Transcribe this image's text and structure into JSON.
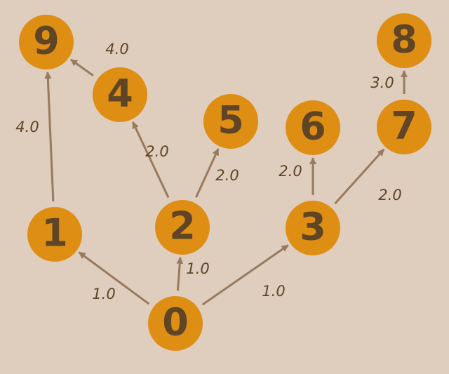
{
  "colors": {
    "background": "#dfcdbd",
    "node_fill": "#df8e14",
    "node_text": "#5f4525",
    "edge": "#977a60",
    "edge_label": "#5f4525"
  },
  "nodes": [
    {
      "id": "0",
      "label": "0"
    },
    {
      "id": "1",
      "label": "1"
    },
    {
      "id": "2",
      "label": "2"
    },
    {
      "id": "3",
      "label": "3"
    },
    {
      "id": "4",
      "label": "4"
    },
    {
      "id": "5",
      "label": "5"
    },
    {
      "id": "6",
      "label": "6"
    },
    {
      "id": "7",
      "label": "7"
    },
    {
      "id": "8",
      "label": "8"
    },
    {
      "id": "9",
      "label": "9"
    }
  ],
  "edges": [
    {
      "from": "0",
      "to": "1",
      "weight": "1.0"
    },
    {
      "from": "0",
      "to": "2",
      "weight": "1.0"
    },
    {
      "from": "0",
      "to": "3",
      "weight": "1.0"
    },
    {
      "from": "1",
      "to": "9",
      "weight": "4.0"
    },
    {
      "from": "2",
      "to": "4",
      "weight": "2.0"
    },
    {
      "from": "2",
      "to": "5",
      "weight": "2.0"
    },
    {
      "from": "3",
      "to": "6",
      "weight": "2.0"
    },
    {
      "from": "3",
      "to": "7",
      "weight": "2.0"
    },
    {
      "from": "4",
      "to": "9",
      "weight": "4.0"
    },
    {
      "from": "7",
      "to": "8",
      "weight": "3.0"
    }
  ]
}
